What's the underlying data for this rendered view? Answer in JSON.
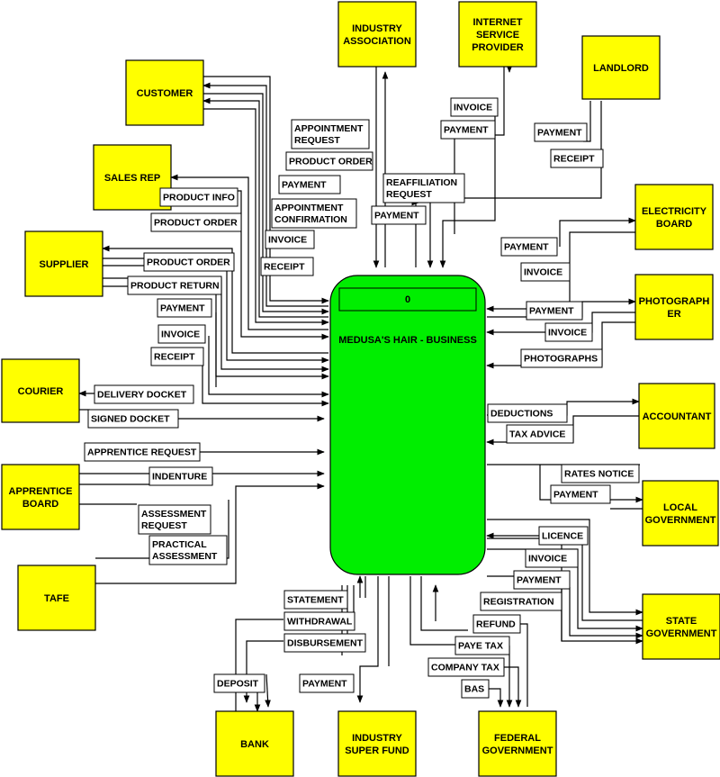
{
  "process": {
    "number": "0",
    "name": "MEDUSA'S HAIR - BUSINESS",
    "color": "#00ee00"
  },
  "entity_color": "#ffff00",
  "entities": {
    "industry_association": [
      "INDUSTRY",
      "ASSOCIATION"
    ],
    "internet_service_provider": [
      "INTERNET",
      "SERVICE",
      "PROVIDER"
    ],
    "landlord": [
      "LANDLORD"
    ],
    "customer": [
      "CUSTOMER"
    ],
    "sales_rep": [
      "SALES REP"
    ],
    "supplier": [
      "SUPPLIER"
    ],
    "electricity_board": [
      "ELECTRICITY",
      "BOARD"
    ],
    "photographer": [
      "PHOTOGRAPH",
      "ER"
    ],
    "courier": [
      "COURIER"
    ],
    "accountant": [
      "ACCOUNTANT"
    ],
    "apprentice_board": [
      "APPRENTICE",
      "BOARD"
    ],
    "local_government": [
      "LOCAL",
      "GOVERNMENT"
    ],
    "tafe": [
      "TAFE"
    ],
    "state_government": [
      "STATE",
      "GOVERNMENT"
    ],
    "bank": [
      "BANK"
    ],
    "industry_super_fund": [
      "INDUSTRY",
      "SUPER FUND"
    ],
    "federal_government": [
      "FEDERAL",
      "GOVERNMENT"
    ]
  },
  "flows": {
    "isp_invoice": [
      "INVOICE"
    ],
    "isp_payment": [
      "PAYMENT"
    ],
    "landlord_payment": [
      "PAYMENT"
    ],
    "landlord_receipt": [
      "RECEIPT"
    ],
    "reaffiliation_request": [
      "REAFFILIATION",
      "REQUEST"
    ],
    "ia_payment": [
      "PAYMENT"
    ],
    "appointment_request": [
      "APPOINTMENT",
      "REQUEST"
    ],
    "cust_product_order": [
      "PRODUCT ORDER"
    ],
    "cust_payment": [
      "PAYMENT"
    ],
    "appointment_confirmation": [
      "APPOINTMENT",
      "CONFIRMATION"
    ],
    "cust_invoice": [
      "INVOICE"
    ],
    "cust_receipt": [
      "RECEIPT"
    ],
    "product_info": [
      "PRODUCT INFO"
    ],
    "rep_product_order": [
      "PRODUCT ORDER"
    ],
    "sup_product_order": [
      "PRODUCT ORDER"
    ],
    "product_return": [
      "PRODUCT RETURN"
    ],
    "sup_payment": [
      "PAYMENT"
    ],
    "sup_invoice": [
      "INVOICE"
    ],
    "sup_receipt": [
      "RECEIPT"
    ],
    "delivery_docket": [
      "DELIVERY DOCKET"
    ],
    "signed_docket": [
      "SIGNED DOCKET"
    ],
    "apprentice_request": [
      "APPRENTICE REQUEST"
    ],
    "indenture": [
      "INDENTURE"
    ],
    "assessment_request": [
      "ASSESSMENT",
      "REQUEST"
    ],
    "practical_assessment": [
      "PRACTICAL",
      "ASSESSMENT"
    ],
    "elec_payment": [
      "PAYMENT"
    ],
    "elec_invoice": [
      "INVOICE"
    ],
    "photo_payment": [
      "PAYMENT"
    ],
    "photo_invoice": [
      "INVOICE"
    ],
    "photographs": [
      "PHOTOGRAPHS"
    ],
    "deductions": [
      "DEDUCTIONS"
    ],
    "tax_advice": [
      "TAX ADVICE"
    ],
    "rates_notice": [
      "RATES NOTICE"
    ],
    "local_payment": [
      "PAYMENT"
    ],
    "licence": [
      "LICENCE"
    ],
    "state_invoice": [
      "INVOICE"
    ],
    "state_payment": [
      "PAYMENT"
    ],
    "registration": [
      "REGISTRATION"
    ],
    "statement": [
      "STATEMENT"
    ],
    "withdrawal": [
      "WITHDRAWAL"
    ],
    "disbursement": [
      "DISBURSEMENT"
    ],
    "deposit": [
      "DEPOSIT"
    ],
    "super_payment": [
      "PAYMENT"
    ],
    "refund": [
      "REFUND"
    ],
    "paye_tax": [
      "PAYE TAX"
    ],
    "company_tax": [
      "COMPANY TAX"
    ],
    "bas": [
      "BAS"
    ]
  }
}
